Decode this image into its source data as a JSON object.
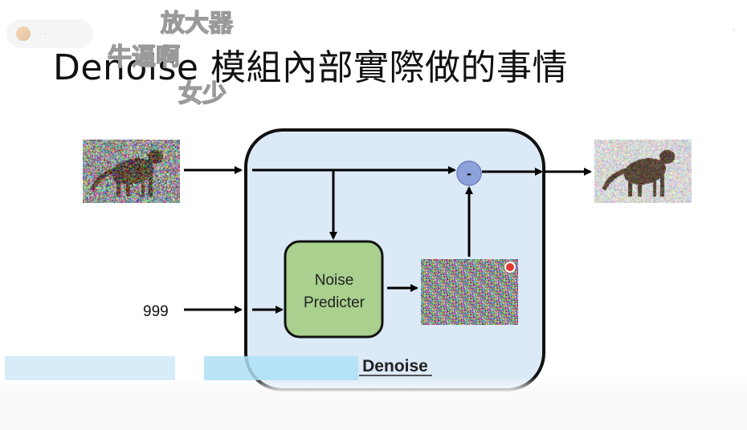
{
  "title": "Denoise 模組內部實際做的事情",
  "danmaku": [
    "放大器",
    "牛逼啊",
    "女少"
  ],
  "diagram": {
    "block_label": "Denoise",
    "noise_predicter_lines": [
      "Noise",
      "Predicter"
    ],
    "step_label": "999",
    "subtract_symbol": "-",
    "colors": {
      "block_fill": "#dce9f7",
      "block_stroke": "#111111",
      "predicter_fill": "#a9d08e",
      "predicter_stroke": "#111111",
      "subtract_fill": "#8ea3dc",
      "arrow": "#000000"
    }
  },
  "icons": {
    "pill_icon": "app-icon",
    "location": "location-pin-icon"
  }
}
